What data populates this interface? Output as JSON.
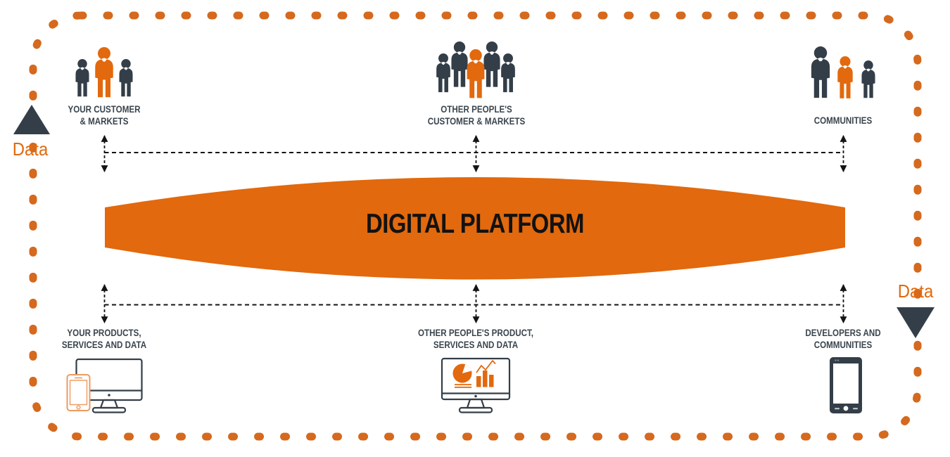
{
  "colors": {
    "orange": "#E2690D",
    "dot-orange": "#D5691D",
    "phone-orange": "#EC9A60",
    "dark": "#333E48",
    "line": "#141414",
    "label": "#3A454E"
  },
  "platform": {
    "title": "DIGITAL PLATFORM"
  },
  "data_labels": {
    "left": "Data",
    "right": "Data"
  },
  "top_nodes": [
    {
      "id": "your-customer-markets",
      "icon": "people-group-icon",
      "line1": "YOUR CUSTOMER",
      "line2": "& MARKETS"
    },
    {
      "id": "other-peoples-customer-markets",
      "icon": "crowd-icon",
      "line1": "OTHER PEOPLE'S",
      "line2": "CUSTOMER & MARKETS"
    },
    {
      "id": "communities",
      "icon": "community-people-icon",
      "line1": "COMMUNITIES"
    }
  ],
  "bottom_nodes": [
    {
      "id": "your-products-services-data",
      "icon": "desktop-and-phone-icon",
      "line1": "YOUR PRODUCTS,",
      "line2": "SERVICES AND DATA"
    },
    {
      "id": "other-peoples-product-services-data",
      "icon": "analytics-monitor-icon",
      "line1": "OTHER PEOPLE'S PRODUCT,",
      "line2": "SERVICES AND DATA"
    },
    {
      "id": "developers-communities",
      "icon": "tablet-icon",
      "line1": "DEVELOPERS AND",
      "line2": "COMMUNITIES"
    }
  ]
}
